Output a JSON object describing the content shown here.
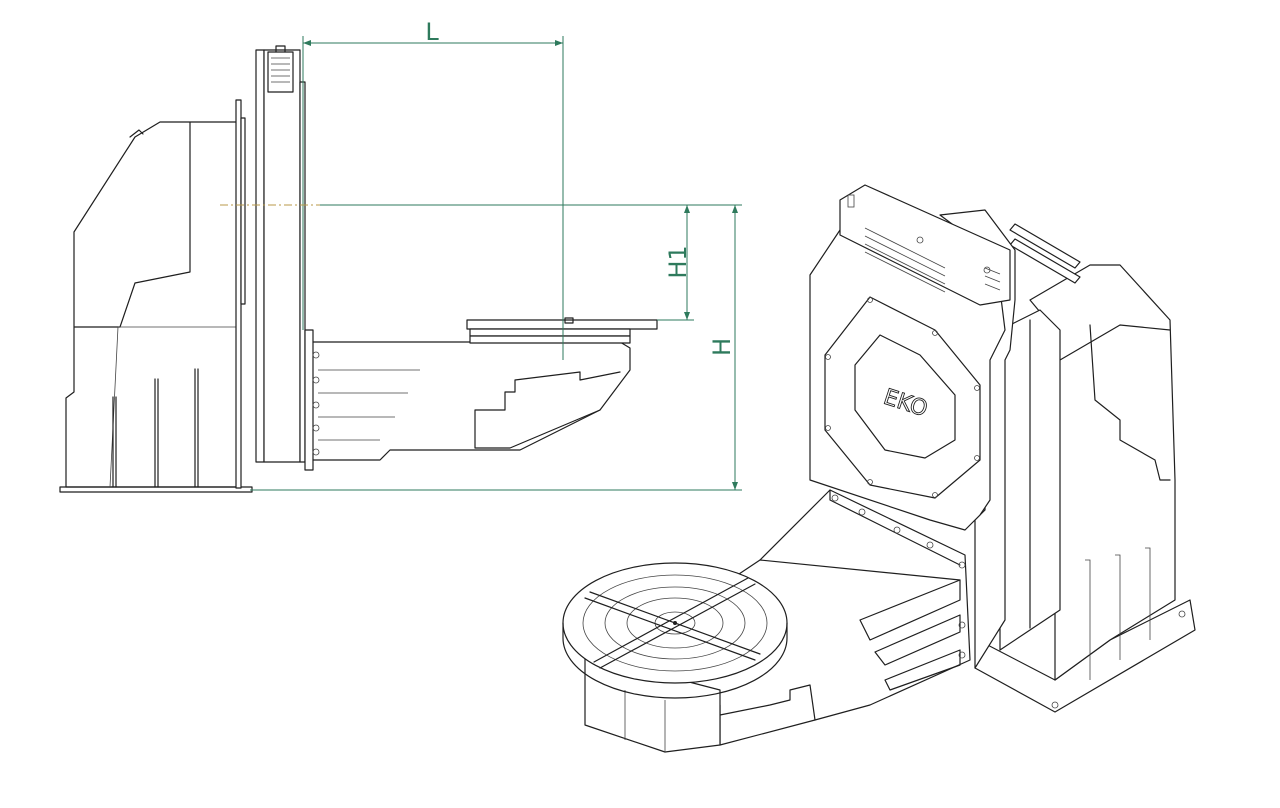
{
  "dimensions": {
    "L": "L",
    "H1": "H1",
    "H": "H"
  },
  "logo_text": "EKO",
  "colors": {
    "dimension": "#2e7a5c",
    "outline": "#1f1f1f",
    "centerline": "#b89a4a"
  }
}
